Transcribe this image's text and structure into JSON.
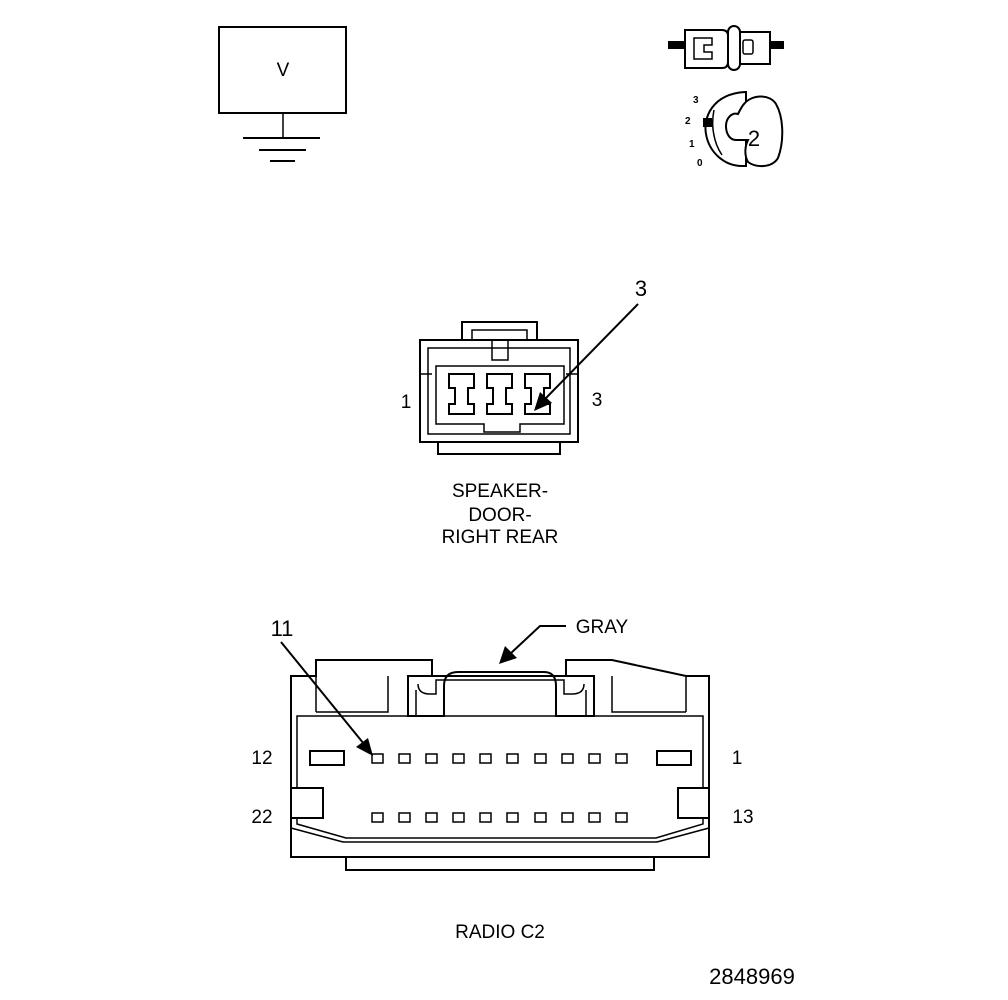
{
  "voltmeter": {
    "symbol": "V"
  },
  "ignition_switch": {
    "positions": [
      "3",
      "2",
      "1",
      "0"
    ],
    "setting": "2"
  },
  "speaker_connector": {
    "callout": "3",
    "left_pin": "1",
    "right_pin": "3",
    "caption": [
      "SPEAKER-",
      "DOOR-",
      "RIGHT REAR"
    ]
  },
  "radio_connector": {
    "callout": "11",
    "color_label": "GRAY",
    "pin_top_left": "12",
    "pin_top_right": "1",
    "pin_bottom_left": "22",
    "pin_bottom_right": "13",
    "caption": "RADIO C2"
  },
  "figure_id": "2848969"
}
